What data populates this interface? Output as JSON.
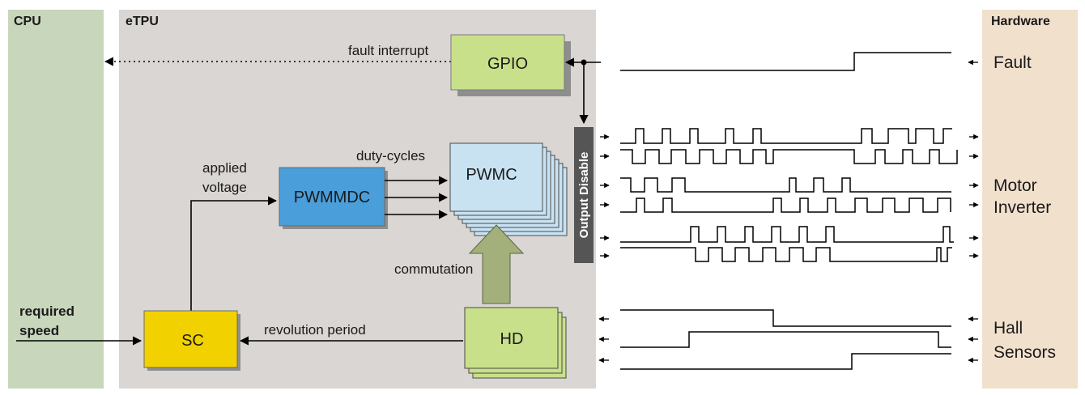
{
  "regions": {
    "cpu": {
      "title": "CPU",
      "color": "#c8d6bb"
    },
    "etpu": {
      "title": "eTPU",
      "color": "#d9d6d3"
    },
    "hardware": {
      "title": "Hardware",
      "color": "#f1e0cc"
    }
  },
  "blocks": {
    "gpio": {
      "label": "GPIO",
      "color": "#c9e08a"
    },
    "pwmmdc": {
      "label": "PWMMDC",
      "color": "#4a9ed9"
    },
    "pwmc": {
      "label": "PWMC",
      "color": "#c8e2f2"
    },
    "sc": {
      "label": "SC",
      "color": "#f2d100"
    },
    "hd": {
      "label": "HD",
      "color": "#c9e08a"
    },
    "output_disable": {
      "label": "Output Disable",
      "color": "#555555"
    }
  },
  "labels": {
    "fault_interrupt": "fault interrupt",
    "duty_cycles": "duty-cycles",
    "applied": "applied",
    "voltage": "voltage",
    "commutation": "commutation",
    "revolution_period": "revolution period",
    "required": "required",
    "speed": "speed"
  },
  "signal_groups": {
    "fault": [
      "Fault"
    ],
    "motor_inverter": [
      "Motor",
      "Inverter"
    ],
    "hall_sensors": [
      "Hall",
      "Sensors"
    ]
  }
}
